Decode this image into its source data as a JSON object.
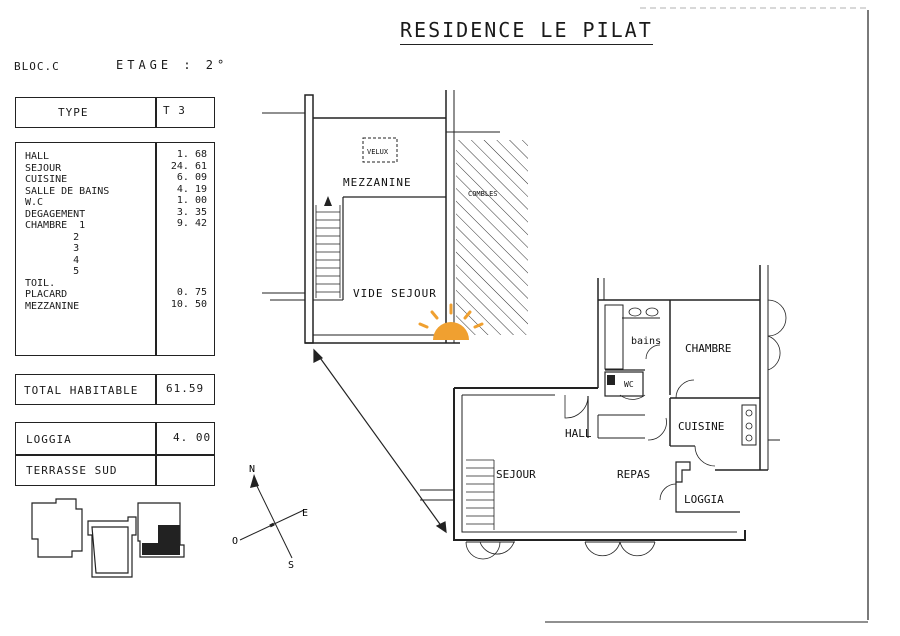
{
  "header": {
    "title": "RESIDENCE LE PILAT",
    "bloc": "BLOC.C",
    "etage": "ETAGE : 2°"
  },
  "type_box": {
    "label": "TYPE",
    "value": "T 3"
  },
  "rooms": [
    {
      "label": "HALL",
      "value": "1. 68"
    },
    {
      "label": "SEJOUR",
      "value": "24. 61"
    },
    {
      "label": "CUISINE",
      "value": "6. 09"
    },
    {
      "label": "SALLE DE BAINS",
      "value": "4. 19"
    },
    {
      "label": "W.C",
      "value": "1. 00"
    },
    {
      "label": "DEGAGEMENT",
      "value": "3. 35"
    },
    {
      "label": "CHAMBRE  1",
      "value": "9. 42"
    },
    {
      "label": "        2",
      "value": ""
    },
    {
      "label": "        3",
      "value": ""
    },
    {
      "label": "        4",
      "value": ""
    },
    {
      "label": "        5",
      "value": ""
    },
    {
      "label": "TOIL.",
      "value": ""
    },
    {
      "label": "PLACARD",
      "value": "0. 75"
    },
    {
      "label": "MEZZANINE",
      "value": "10. 50"
    }
  ],
  "total": {
    "label": "TOTAL HABITABLE",
    "value": "61.59"
  },
  "loggia": {
    "label": "LOGGIA",
    "value": "4. 00"
  },
  "terrasse": {
    "label": "TERRASSE SUD",
    "value": ""
  },
  "plan_labels": {
    "velux": "VELUX",
    "mezzanine": "MEZZANINE",
    "combles": "COMBLES",
    "vide_sejour": "VIDE SEJOUR",
    "bains": "bains",
    "chambre": "CHAMBRE",
    "wc": "WC",
    "hall": "HALL",
    "cuisine": "CUISINE",
    "sejour": "SEJOUR",
    "repas": "REPAS",
    "loggia": "LOGGIA"
  },
  "compass": {
    "n": "N",
    "e": "E",
    "s": "S",
    "o": "O"
  },
  "colors": {
    "ink": "#1a1a1a",
    "sun": "#f0a030"
  }
}
